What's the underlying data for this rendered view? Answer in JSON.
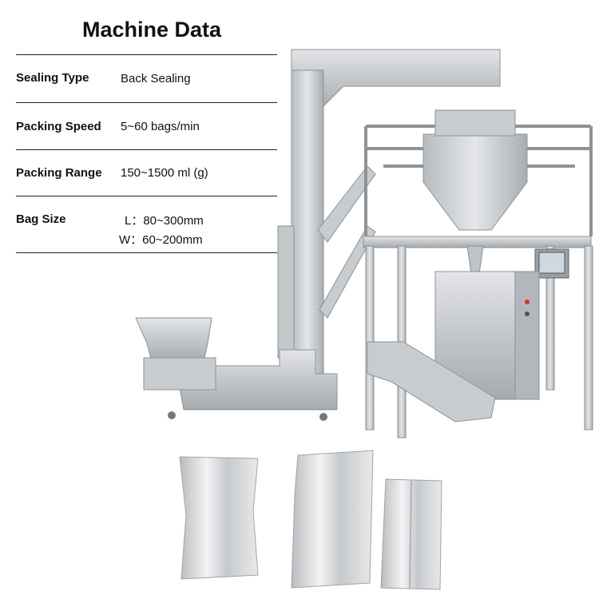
{
  "title": "Machine Data",
  "specs": {
    "sealing_type": {
      "label": "Sealing Type",
      "value": "Back Sealing"
    },
    "packing_speed": {
      "label": "Packing Speed",
      "value": "5~60 bags/min"
    },
    "packing_range": {
      "label": "Packing Range",
      "value": "150~1500 ml (g)"
    },
    "bag_size": {
      "label": "Bag Size",
      "length": "L：80~300mm",
      "width": "W：60~200mm"
    }
  },
  "colors": {
    "steel": "#c9cccf",
    "steel_dark": "#8d9296",
    "foil": "#d8dadc"
  }
}
